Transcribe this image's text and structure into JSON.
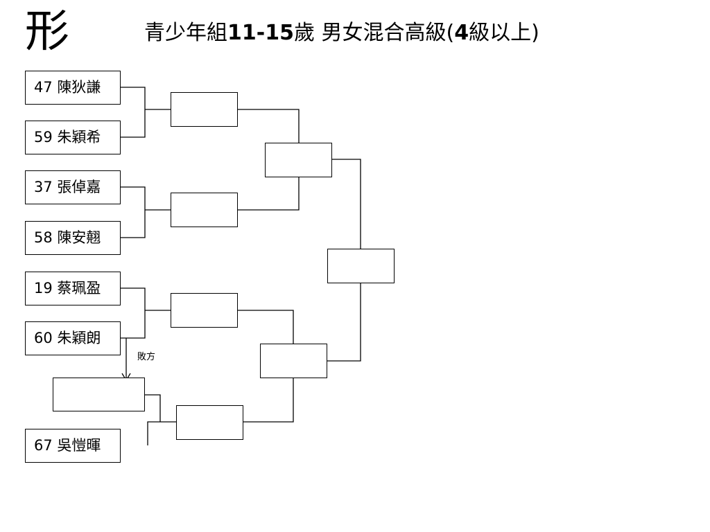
{
  "page_char": "形",
  "title": {
    "pre": "青少年組",
    "bold1": "11-15",
    "mid": "歲 男女混合高級(",
    "bold2": "4",
    "post": "級以上)"
  },
  "players": [
    {
      "number": "47",
      "name": "陳狄謙"
    },
    {
      "number": "59",
      "name": "朱穎希"
    },
    {
      "number": "37",
      "name": "張倬嘉"
    },
    {
      "number": "58",
      "name": "陳安翹"
    },
    {
      "number": "19",
      "name": "蔡珮盈"
    },
    {
      "number": "60",
      "name": "朱穎朗"
    },
    {
      "number": "67",
      "name": "吳愷暉"
    }
  ],
  "loser_label": "敗方"
}
